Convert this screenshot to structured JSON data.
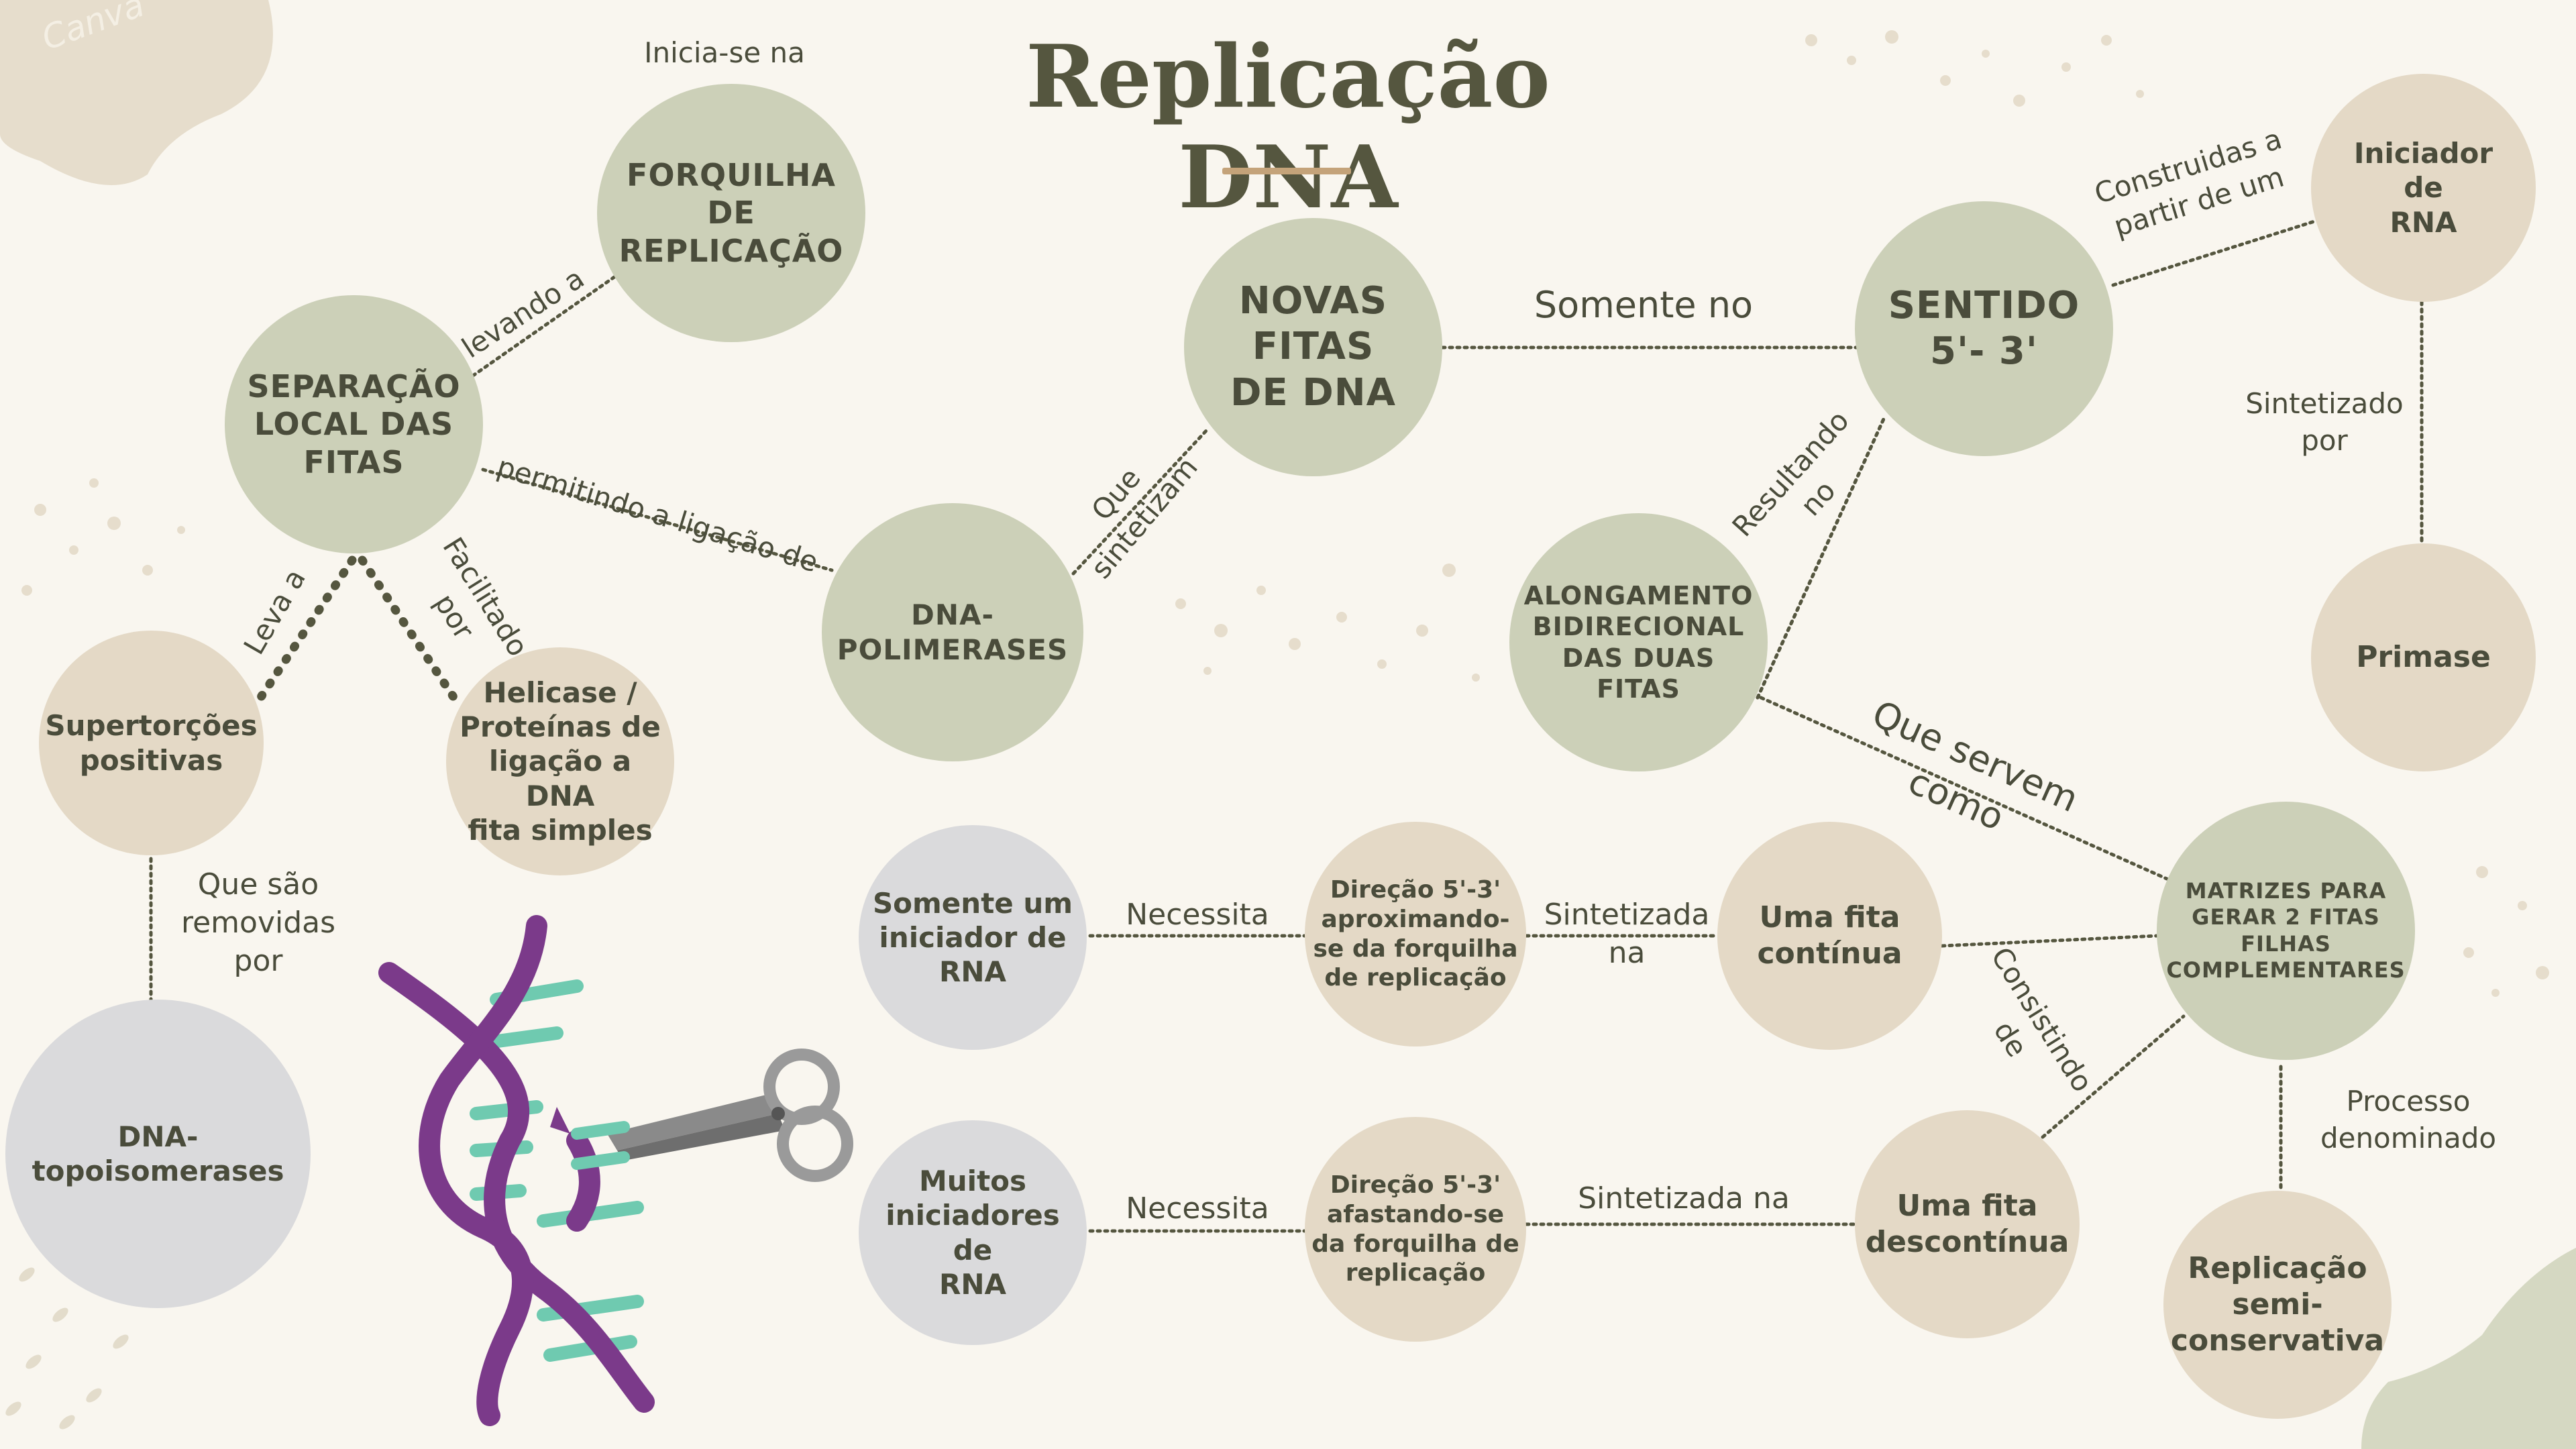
{
  "title": "Replicação DNA",
  "colors": {
    "green": "#ccd0b8",
    "beige": "#e4d9c6",
    "grey": "#dadadc",
    "text": "#4a4c3b",
    "accent": "#c4a37a",
    "dna_purple": "#7b3a8a",
    "dna_teal": "#6fcab0"
  },
  "nodes": {
    "forquilha": "FORQUILHA DE\nREPLICAÇÃO",
    "separacao": "SEPARAÇÃO\nLOCAL DAS\nFITAS",
    "novas_fitas": "NOVAS\nFITAS\nDE DNA",
    "sentido": "SENTIDO\n5'- 3'",
    "iniciador_rna": "Iniciador de\nRNA",
    "primase": "Primase",
    "dna_polimerases": "DNA-\nPOLIMERASES",
    "alongamento": "ALONGAMENTO\nBIDIRECIONAL\nDAS DUAS\nFITAS",
    "supertorcoes": "Supertorções\npositivas",
    "helicase": "Helicase /\nProteínas de\nligação a DNA\nfita simples",
    "topoisomerases": "DNA-\ntopoisomerases",
    "somente_um": "Somente um\niniciador de\nRNA",
    "direcao_aprox": "Direção 5'-3'\naproximando-\nse da forquilha\nde replicação",
    "fita_continua": "Uma fita\ncontínua",
    "matrizes": "MATRIZES PARA\nGERAR 2 FITAS\nFILHAS\nCOMPLEMENTARES",
    "muitos": "Muitos\niniciadores de\nRNA",
    "direcao_afast": "Direção 5'-3'\nafastando-se\nda forquilha de\nreplicação",
    "fita_descontinua": "Uma fita\ndescontínua",
    "semiconservativa": "Replicação\nsemi-\nconservativa"
  },
  "labels": {
    "inicia": "Inicia-se na",
    "levando": "levando a",
    "permitindo": "permitindo a ligação de",
    "que_sintetizam": "Que\nsintetizam",
    "somente_no": "Somente no",
    "construidas": "Construidas a\npartir de um",
    "sintetizado_por": "Sintetizado\npor",
    "resultando": "Resultando\nno",
    "que_servem": "Que servem como",
    "leva_a": "Leva a",
    "facilitado": "Facilitado\npor",
    "que_sao": "Que são\nremovidas\npor",
    "necessita1": "Necessita",
    "sintetizada_na1": "Sintetizada\nna",
    "consistindo": "Consistindo\nde",
    "processo": "Processo\ndenominado",
    "necessita2": "Necessita",
    "sintetizada_na2": "Sintetizada na"
  },
  "decor": {
    "watermark": "Canva"
  }
}
